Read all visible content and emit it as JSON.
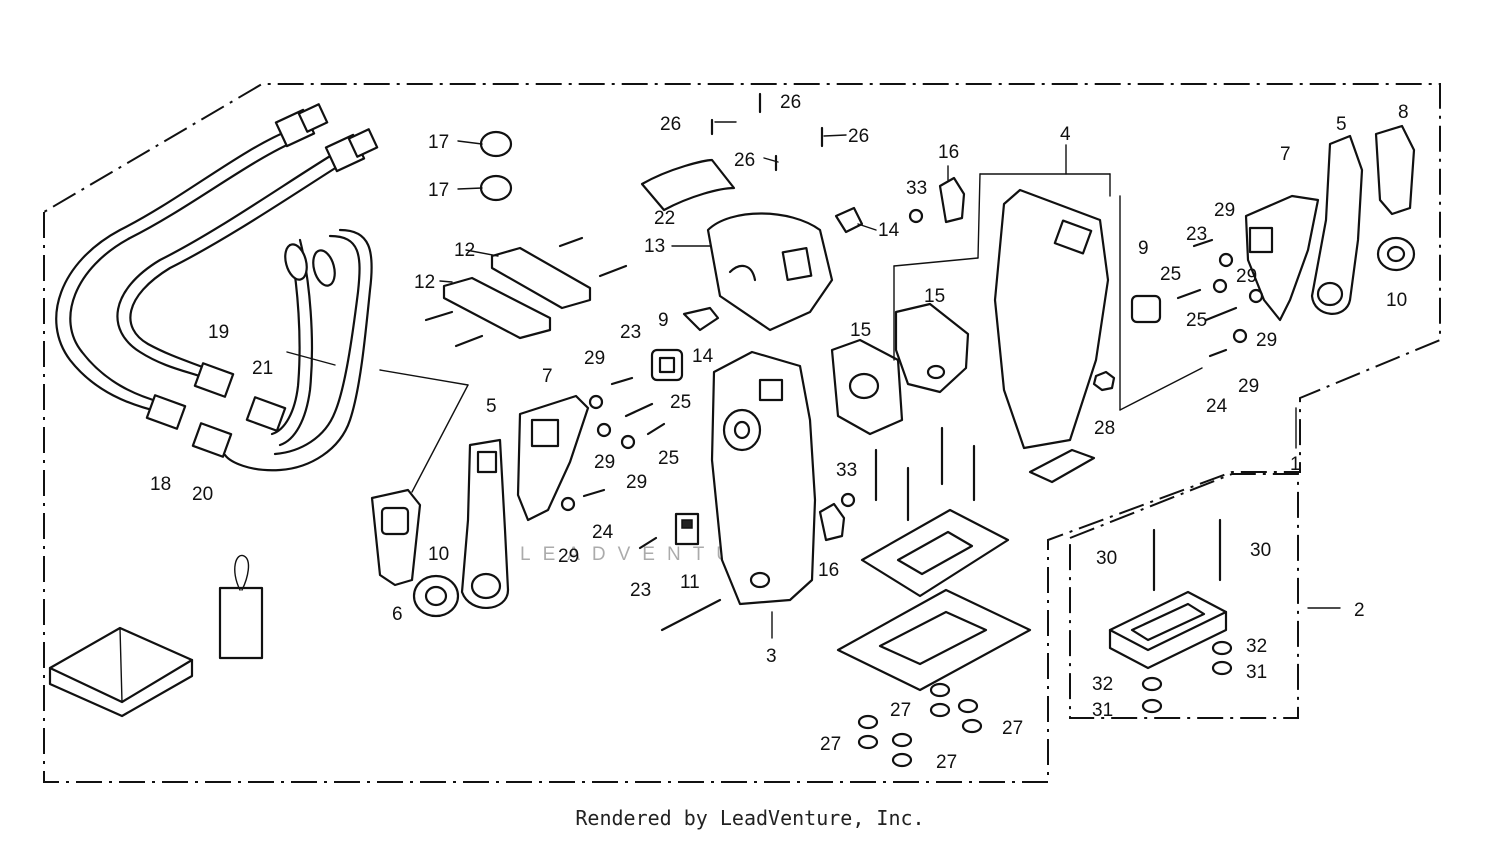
{
  "footer": {
    "text": "Rendered by LeadVenture, Inc."
  },
  "watermark": {
    "text": "LEADVENTURE"
  },
  "callouts": [
    {
      "id": "c1",
      "label": "1"
    },
    {
      "id": "c2",
      "label": "2"
    },
    {
      "id": "c3",
      "label": "3"
    },
    {
      "id": "c4",
      "label": "4"
    },
    {
      "id": "c5a",
      "label": "5"
    },
    {
      "id": "c5b",
      "label": "5"
    },
    {
      "id": "c6",
      "label": "6"
    },
    {
      "id": "c7a",
      "label": "7"
    },
    {
      "id": "c7b",
      "label": "7"
    },
    {
      "id": "c8",
      "label": "8"
    },
    {
      "id": "c9a",
      "label": "9"
    },
    {
      "id": "c9b",
      "label": "9"
    },
    {
      "id": "c10a",
      "label": "10"
    },
    {
      "id": "c10b",
      "label": "10"
    },
    {
      "id": "c11",
      "label": "11"
    },
    {
      "id": "c12a",
      "label": "12"
    },
    {
      "id": "c12b",
      "label": "12"
    },
    {
      "id": "c13",
      "label": "13"
    },
    {
      "id": "c14a",
      "label": "14"
    },
    {
      "id": "c14b",
      "label": "14"
    },
    {
      "id": "c15a",
      "label": "15"
    },
    {
      "id": "c15b",
      "label": "15"
    },
    {
      "id": "c16a",
      "label": "16"
    },
    {
      "id": "c16b",
      "label": "16"
    },
    {
      "id": "c17a",
      "label": "17"
    },
    {
      "id": "c17b",
      "label": "17"
    },
    {
      "id": "c18",
      "label": "18"
    },
    {
      "id": "c19",
      "label": "19"
    },
    {
      "id": "c20",
      "label": "20"
    },
    {
      "id": "c21",
      "label": "21"
    },
    {
      "id": "c22",
      "label": "22"
    },
    {
      "id": "c23a",
      "label": "23"
    },
    {
      "id": "c23b",
      "label": "23"
    },
    {
      "id": "c23c",
      "label": "23"
    },
    {
      "id": "c24a",
      "label": "24"
    },
    {
      "id": "c24b",
      "label": "24"
    },
    {
      "id": "c25a",
      "label": "25"
    },
    {
      "id": "c25b",
      "label": "25"
    },
    {
      "id": "c25c",
      "label": "25"
    },
    {
      "id": "c25d",
      "label": "25"
    },
    {
      "id": "c26a",
      "label": "26"
    },
    {
      "id": "c26b",
      "label": "26"
    },
    {
      "id": "c26c",
      "label": "26"
    },
    {
      "id": "c26d",
      "label": "26"
    },
    {
      "id": "c27a",
      "label": "27"
    },
    {
      "id": "c27b",
      "label": "27"
    },
    {
      "id": "c27c",
      "label": "27"
    },
    {
      "id": "c27d",
      "label": "27"
    },
    {
      "id": "c28",
      "label": "28"
    },
    {
      "id": "c29a",
      "label": "29"
    },
    {
      "id": "c29b",
      "label": "29"
    },
    {
      "id": "c29c",
      "label": "29"
    },
    {
      "id": "c29d",
      "label": "29"
    },
    {
      "id": "c29e",
      "label": "29"
    },
    {
      "id": "c29f",
      "label": "29"
    },
    {
      "id": "c29g",
      "label": "29"
    },
    {
      "id": "c29h",
      "label": "29"
    },
    {
      "id": "c30a",
      "label": "30"
    },
    {
      "id": "c30b",
      "label": "30"
    },
    {
      "id": "c31a",
      "label": "31"
    },
    {
      "id": "c31b",
      "label": "31"
    },
    {
      "id": "c32a",
      "label": "32"
    },
    {
      "id": "c32b",
      "label": "32"
    },
    {
      "id": "c33a",
      "label": "33"
    },
    {
      "id": "c33b",
      "label": "33"
    }
  ]
}
